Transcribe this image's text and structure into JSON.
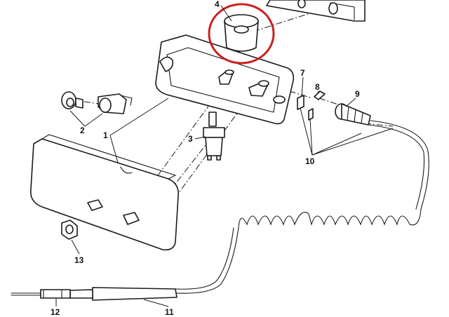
{
  "callouts": [
    {
      "num": "1"
    },
    {
      "num": "2"
    },
    {
      "num": "3"
    },
    {
      "num": "4"
    },
    {
      "num": "7"
    },
    {
      "num": "8"
    },
    {
      "num": "9"
    },
    {
      "num": "10"
    },
    {
      "num": "11"
    },
    {
      "num": "12"
    },
    {
      "num": "13"
    }
  ],
  "highlight": {
    "target": "4",
    "color": "#cc1f1f"
  },
  "colors": {
    "line": "#1a1a1a",
    "background": "#ffffff"
  }
}
